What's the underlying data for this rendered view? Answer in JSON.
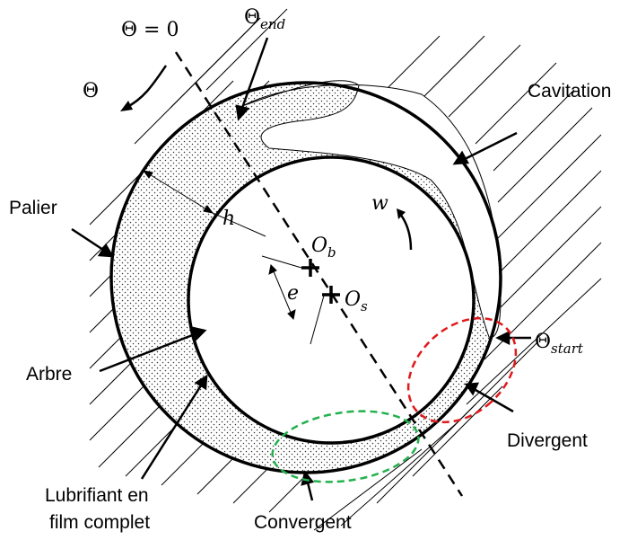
{
  "labels": {
    "theta_zero": "Θ = 0",
    "theta": "Θ",
    "theta_end_symbol": "Θ",
    "theta_end_sub": "end",
    "theta_start_symbol": "Θ",
    "theta_start_sub": "start",
    "cavitation": "Cavitation",
    "palier": "Palier",
    "arbre": "Arbre",
    "lubrifiant_line1": "Lubrifiant en",
    "lubrifiant_line2": "film complet",
    "convergent": "Convergent",
    "divergent": "Divergent",
    "h": "h",
    "e": "e",
    "w": "w",
    "ob_symbol": "O",
    "ob_sub": "b",
    "os_symbol": "O",
    "os_sub": "s"
  },
  "colors": {
    "convergent_ellipse": "#22b14c",
    "divergent_ellipse": "#e0191b",
    "stroke": "#000000"
  }
}
